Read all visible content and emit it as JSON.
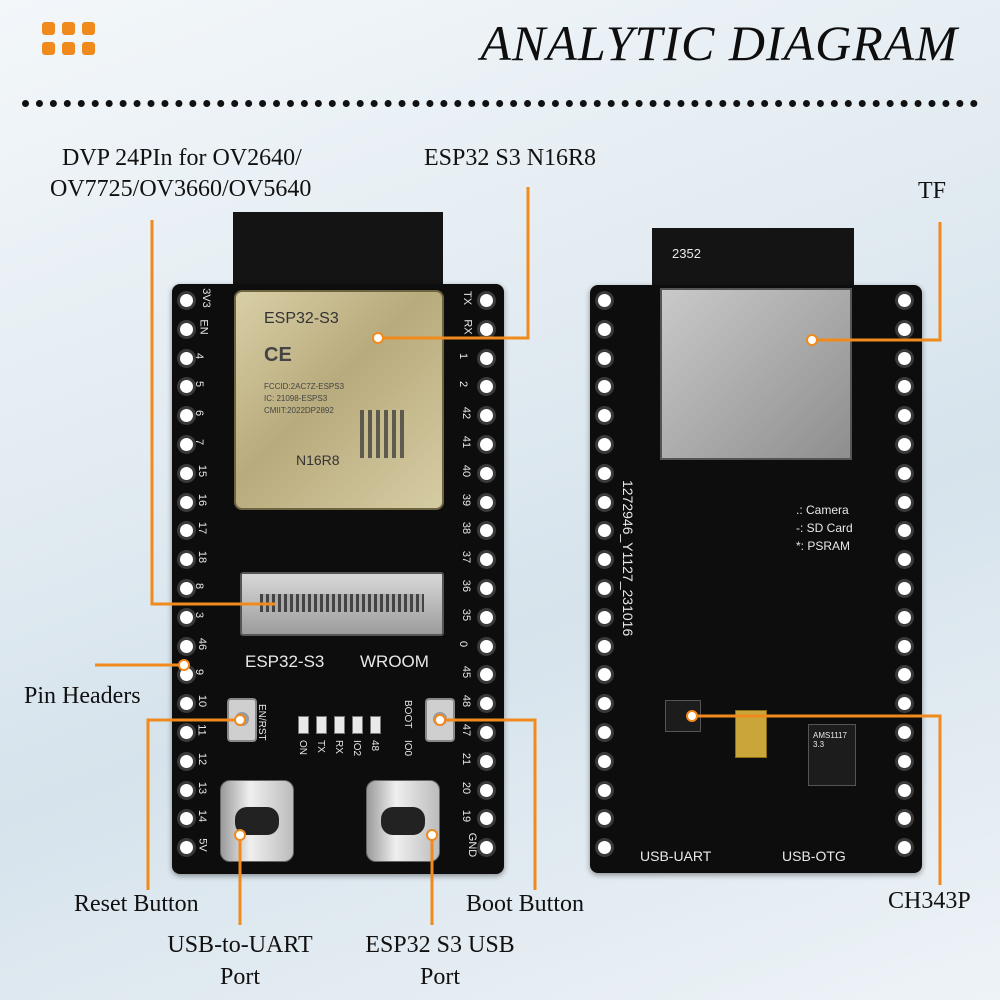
{
  "header": {
    "title": "ANALYTIC DIAGRAM"
  },
  "labels": {
    "dvp_line1": "DVP 24PIn for OV2640/",
    "dvp_line2": "OV7725/OV3660/OV5640",
    "esp32_chip": "ESP32 S3 N16R8",
    "tf": "TF",
    "pin_headers": "Pin Headers",
    "reset_button": "Reset Button",
    "boot_button": "Boot Button",
    "ch343p": "CH343P",
    "usb_uart_line1": "USB-to-UART",
    "usb_uart_line2": "Port",
    "esp_usb_line1": "ESP32 S3 USB",
    "esp_usb_line2": "Port"
  },
  "board_text": {
    "module_name": "ESP32-S3",
    "module_ce": "CE",
    "module_fccid": "FCCID:2AC7Z-ESPS3",
    "module_ic": "IC: 21098-ESPS3",
    "module_cmiit": "CMIIT:2022DP2892",
    "module_variant": "N16R8",
    "board_name": "ESP32-S3",
    "board_model": "WROOM",
    "reset_silk": "EN/RST",
    "boot_silk": "BOOT",
    "io_silk": "IO0",
    "led_labels": [
      "ON",
      "TX",
      "RX",
      "IO2",
      "48"
    ],
    "left_pins": [
      "3V3",
      "EN",
      "4",
      "5",
      "6",
      "7",
      "15",
      "16",
      "17",
      "18",
      "8",
      "3",
      "46",
      "9",
      "10",
      "11",
      "12",
      "13",
      "14",
      "5V"
    ],
    "right_pins": [
      "TX",
      "RX",
      "1",
      "2",
      "42",
      "41",
      "40",
      "39",
      "38",
      "37",
      "36",
      "35",
      "0",
      "45",
      "48",
      "47",
      "21",
      "20",
      "19",
      "GND"
    ],
    "back_serial": "1272946_Y1127_231016",
    "back_legend": [
      ".: Camera",
      "-: SD Card",
      "*: PSRAM"
    ],
    "usb_uart_silk": "USB-UART",
    "usb_otg_silk": "USB-OTG",
    "tab_code": "2352",
    "ams_chip": "AMS1117 3.3"
  },
  "colors": {
    "accent": "#f08a1c",
    "board": "#0d0d0d",
    "text": "#111111"
  }
}
